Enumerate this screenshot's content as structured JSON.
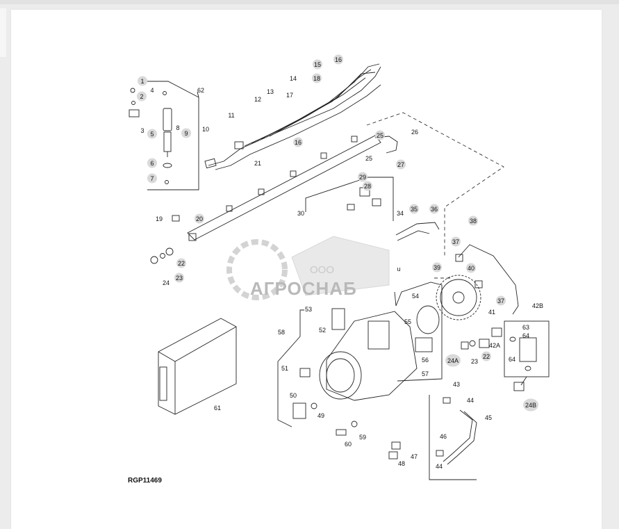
{
  "watermark": {
    "company_prefix": "ООО",
    "company_name": "АГРОСНАБ"
  },
  "diagram": {
    "reference": "RGP11469",
    "callouts": [
      {
        "id": "c1",
        "text": "1",
        "highlight": true
      },
      {
        "id": "c2",
        "text": "2",
        "highlight": true
      },
      {
        "id": "c3",
        "text": "3",
        "highlight": false
      },
      {
        "id": "c4",
        "text": "4",
        "highlight": false
      },
      {
        "id": "c5",
        "text": "5",
        "highlight": true
      },
      {
        "id": "c6",
        "text": "6",
        "highlight": true
      },
      {
        "id": "c7",
        "text": "7",
        "highlight": true
      },
      {
        "id": "c8",
        "text": "8",
        "highlight": false
      },
      {
        "id": "c9",
        "text": "9",
        "highlight": true
      },
      {
        "id": "c10",
        "text": "10",
        "highlight": false
      },
      {
        "id": "c11",
        "text": "11",
        "highlight": false
      },
      {
        "id": "c12",
        "text": "12",
        "highlight": false
      },
      {
        "id": "c13",
        "text": "13",
        "highlight": false
      },
      {
        "id": "c14",
        "text": "14",
        "highlight": false
      },
      {
        "id": "c15",
        "text": "15",
        "highlight": true
      },
      {
        "id": "c16a",
        "text": "16",
        "highlight": true
      },
      {
        "id": "c16b",
        "text": "16",
        "highlight": true
      },
      {
        "id": "c17",
        "text": "17",
        "highlight": false
      },
      {
        "id": "c18",
        "text": "18",
        "highlight": true
      },
      {
        "id": "c19",
        "text": "19",
        "highlight": false
      },
      {
        "id": "c20",
        "text": "20",
        "highlight": true
      },
      {
        "id": "c21",
        "text": "21",
        "highlight": false
      },
      {
        "id": "c22a",
        "text": "22",
        "highlight": true
      },
      {
        "id": "c23a",
        "text": "23",
        "highlight": true
      },
      {
        "id": "c24a",
        "text": "24",
        "highlight": false
      },
      {
        "id": "c25a",
        "text": "25",
        "highlight": true
      },
      {
        "id": "c25b",
        "text": "25",
        "highlight": false
      },
      {
        "id": "c26",
        "text": "26",
        "highlight": false
      },
      {
        "id": "c27",
        "text": "27",
        "highlight": true
      },
      {
        "id": "c28",
        "text": "28",
        "highlight": true
      },
      {
        "id": "c29",
        "text": "29",
        "highlight": true
      },
      {
        "id": "c30",
        "text": "30",
        "highlight": false
      },
      {
        "id": "c34",
        "text": "34",
        "highlight": false
      },
      {
        "id": "c35",
        "text": "35",
        "highlight": true
      },
      {
        "id": "c36",
        "text": "36",
        "highlight": true
      },
      {
        "id": "c37a",
        "text": "37",
        "highlight": true
      },
      {
        "id": "c37b",
        "text": "37",
        "highlight": true
      },
      {
        "id": "c38",
        "text": "38",
        "highlight": true
      },
      {
        "id": "c39",
        "text": "39",
        "highlight": true
      },
      {
        "id": "c40",
        "text": "40",
        "highlight": true
      },
      {
        "id": "c41",
        "text": "41",
        "highlight": false
      },
      {
        "id": "c42a",
        "text": "42A",
        "highlight": false
      },
      {
        "id": "c42b",
        "text": "42B",
        "highlight": false
      },
      {
        "id": "c43",
        "text": "43",
        "highlight": false
      },
      {
        "id": "c44a",
        "text": "44",
        "highlight": false
      },
      {
        "id": "c44b",
        "text": "44",
        "highlight": false
      },
      {
        "id": "c45",
        "text": "45",
        "highlight": false
      },
      {
        "id": "c46",
        "text": "46",
        "highlight": false
      },
      {
        "id": "c47",
        "text": "47",
        "highlight": false
      },
      {
        "id": "c48",
        "text": "48",
        "highlight": false
      },
      {
        "id": "c49",
        "text": "49",
        "highlight": false
      },
      {
        "id": "c50",
        "text": "50",
        "highlight": false
      },
      {
        "id": "c51",
        "text": "51",
        "highlight": false
      },
      {
        "id": "c52",
        "text": "52",
        "highlight": false
      },
      {
        "id": "c53",
        "text": "53",
        "highlight": false
      },
      {
        "id": "c54",
        "text": "54",
        "highlight": false
      },
      {
        "id": "c55",
        "text": "55",
        "highlight": false
      },
      {
        "id": "c56",
        "text": "56",
        "highlight": false
      },
      {
        "id": "c57",
        "text": "57",
        "highlight": false
      },
      {
        "id": "c58",
        "text": "58",
        "highlight": false
      },
      {
        "id": "c59",
        "text": "59",
        "highlight": false
      },
      {
        "id": "c60",
        "text": "60",
        "highlight": false
      },
      {
        "id": "c61",
        "text": "61",
        "highlight": false
      },
      {
        "id": "c62",
        "text": "62",
        "highlight": false
      },
      {
        "id": "c63",
        "text": "63",
        "highlight": false
      },
      {
        "id": "c64a",
        "text": "64",
        "highlight": false
      },
      {
        "id": "c64b",
        "text": "64",
        "highlight": false
      },
      {
        "id": "c22b",
        "text": "22",
        "highlight": true
      },
      {
        "id": "c23b",
        "text": "23",
        "highlight": false
      },
      {
        "id": "c24A",
        "text": "24A",
        "highlight": true
      },
      {
        "id": "c24B",
        "text": "24B",
        "highlight": true
      },
      {
        "id": "cu",
        "text": "u",
        "highlight": false
      }
    ]
  }
}
